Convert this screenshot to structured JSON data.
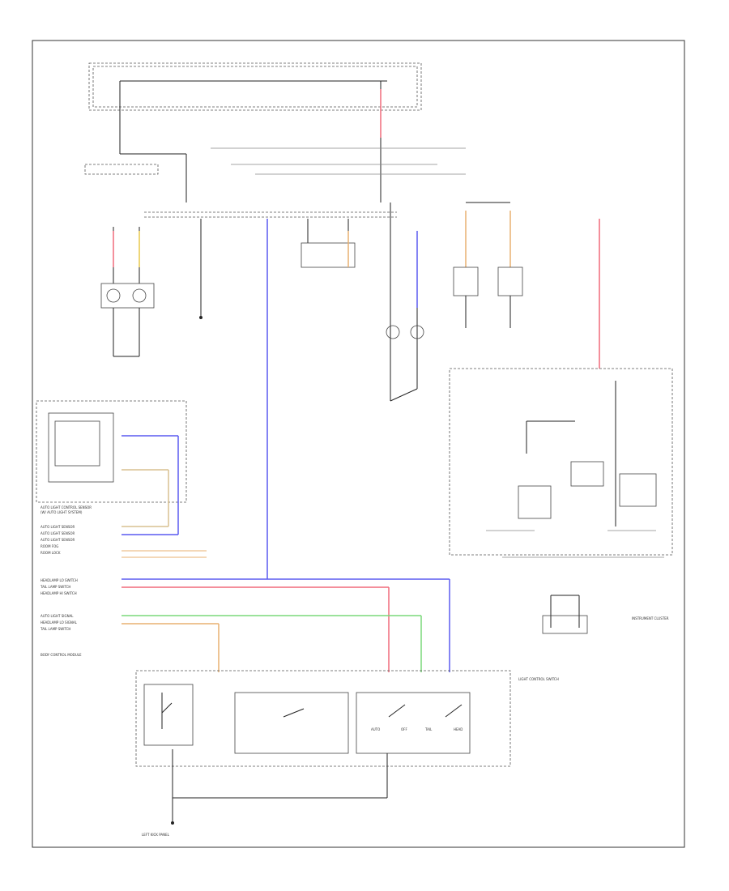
{
  "colors": {
    "wire_black": "#222222",
    "wire_pink": "#f06a7a",
    "wire_yellow": "#e8c84a",
    "wire_blue": "#5a5af0",
    "wire_green": "#7ad87a",
    "wire_orange": "#e8b070",
    "wire_tan": "#d8c090",
    "frame": "#333333"
  },
  "labels": {
    "auto_light_control_sensor": "AUTO LIGHT CONTROL SENSOR",
    "sensor_sub": "(W/ AUTO LIGHT SYSTEM)",
    "auto_light_sensor_1": "AUTO LIGHT SENSOR",
    "auto_light_sensor_2": "AUTO LIGHT SENSOR",
    "auto_light_sensor_3": "AUTO LIGHT SENSOR",
    "room_fog": "ROOM FOG",
    "room_lock": "ROOM LOCK",
    "headlamp_lo_switch": "HEADLAMP LO SWITCH",
    "tail_lamp_switch": "TAIL LAMP SWITCH",
    "headlamp_hi_switch": "HEADLAMP HI SWITCH",
    "auto_light_signal": "AUTO LIGHT SIGNAL",
    "headlamp_lo_signal": "HEADLAMP LO SIGNAL",
    "tail_lamp_switch_2": "TAIL LAMP SWITCH",
    "ecm": "BODY CONTROL MODULE",
    "combination_switch": "LIGHT CONTROL SWITCH",
    "instrument_cluster": "INSTRUMENT CLUSTER",
    "ground_left_kick": "LEFT KICK PANEL",
    "auto": "AUTO",
    "off": "OFF",
    "tail": "TAIL",
    "head": "HEAD"
  }
}
